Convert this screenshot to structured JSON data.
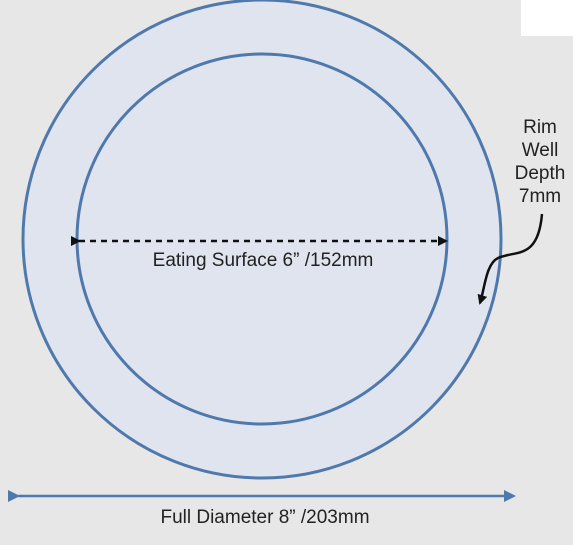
{
  "diagram": {
    "eating_surface_label": "Eating Surface 6” /152mm",
    "full_diameter_label": "Full Diameter 8” /203mm",
    "rim_well_depth_lines": [
      "Rim",
      "Well",
      "Depth",
      "7mm"
    ]
  },
  "colors": {
    "background": "#e7e7e7",
    "plate_fill": "#dfe4ef",
    "plate_outline": "#4f79ac",
    "arrow_blue": "#4f79ac",
    "arrow_black": "#111111",
    "text": "#222222"
  }
}
